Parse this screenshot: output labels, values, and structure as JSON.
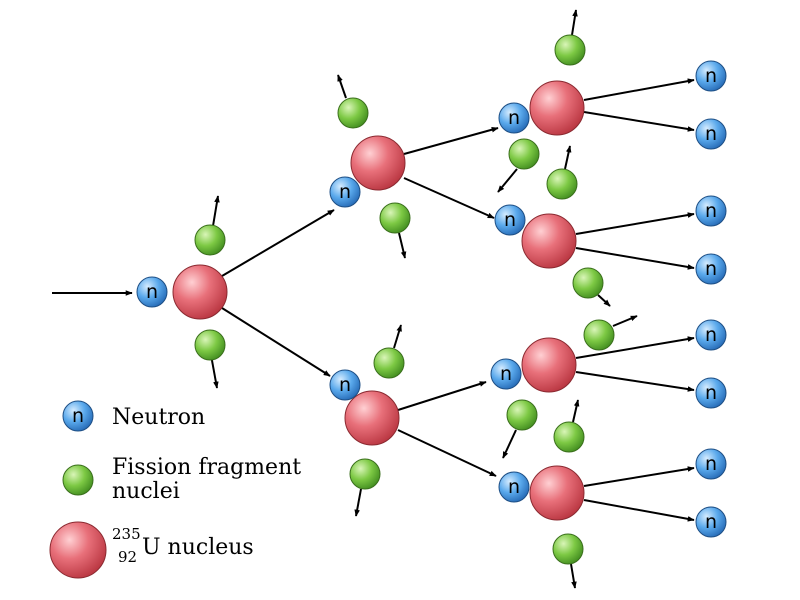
{
  "neutron_symbol": "n",
  "legend": {
    "neutron": "Neutron",
    "fragment_line1": "Fission fragment",
    "fragment_line2": "nuclei",
    "uranium_mass": "235",
    "uranium_atomic": "92",
    "uranium_text": "U nucleus"
  },
  "colors": {
    "neutron": "#4a9de3",
    "fragment": "#6fbf3a",
    "uranium": "#e2646b",
    "arrow": "#000000"
  }
}
